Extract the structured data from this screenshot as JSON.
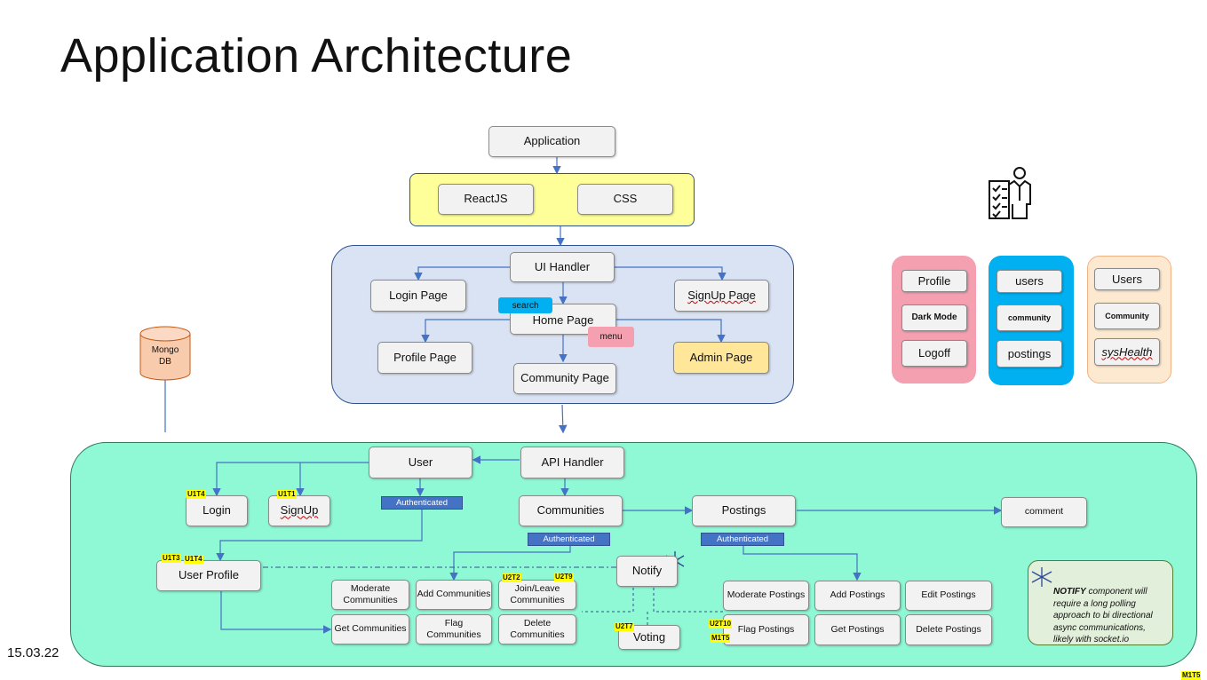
{
  "title": "Application Architecture",
  "date": "15.03.22",
  "frontend": {
    "application": "Application",
    "reactjs": "ReactJS",
    "css": "CSS",
    "ui_handler": "UI Handler",
    "login_page": "Login Page",
    "signup_page": "SignUp Page",
    "home_page": "Home Page",
    "search": "search",
    "menu": "menu",
    "profile_page": "Profile Page",
    "community_page": "Community Page",
    "admin_page": "Admin Page"
  },
  "database": {
    "label": "Mongo DB"
  },
  "backend": {
    "api_handler": "API Handler",
    "user": "User",
    "login": "Login",
    "signup": "SignUp",
    "authenticated": "Authenticated",
    "user_profile": "User Profile",
    "communities": "Communities",
    "postings": "Postings",
    "comment": "comment",
    "notify": "Notify",
    "voting": "Voting",
    "moderate_communities": "Moderate Communities",
    "add_communities": "Add Communities",
    "join_leave_communities": "Join/Leave Communities",
    "get_communities": "Get Communities",
    "flag_communities": "Flag Communities",
    "delete_communities": "Delete Communities",
    "moderate_postings": "Moderate Postings",
    "add_postings": "Add Postings",
    "edit_postings": "Edit Postings",
    "flag_postings": "Flag Postings",
    "get_postings": "Get Postings",
    "delete_postings": "Delete Postings"
  },
  "tags": {
    "u1t4": "U1T4",
    "u1t1": "U1T1",
    "u1t3": "U1T3",
    "u2t2": "U2T2",
    "u2t9": "U2T9",
    "u2t7": "U2T7",
    "u2t10": "U2T10",
    "m1t5": "M1T5"
  },
  "legend": {
    "user_menu": [
      "Profile",
      "Dark Mode",
      "Logoff"
    ],
    "search_menu": [
      "users",
      "community",
      "postings"
    ],
    "admin_menu": [
      "Users",
      "Community",
      "sysHealth"
    ]
  },
  "note": {
    "bold": "NOTIFY",
    "text": " component will require a long polling approach to bi directional async communications, likely with socket.io"
  },
  "colors": {
    "yellow_region": "#ffff99",
    "ui_region": "#dae3f3",
    "backend_region": "#8ff8d5",
    "auth_blue": "#4472c4",
    "search_cyan": "#00b0f0",
    "menu_pink": "#f4a0b0",
    "admin_orange": "#ffe699",
    "mongo": "#f8cbad"
  }
}
